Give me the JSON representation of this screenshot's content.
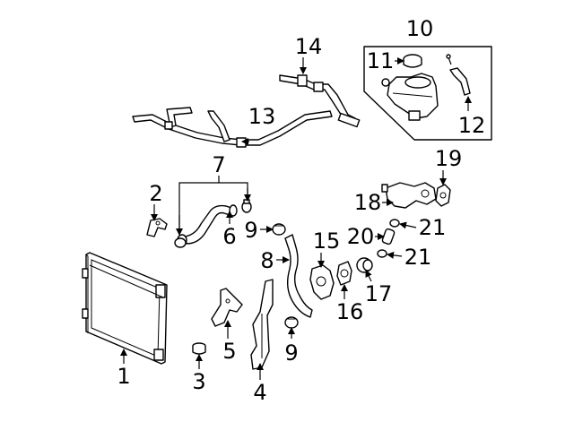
{
  "callouts": [
    {
      "id": "1",
      "text": "1"
    },
    {
      "id": "2",
      "text": "2"
    },
    {
      "id": "3",
      "text": "3"
    },
    {
      "id": "4",
      "text": "4"
    },
    {
      "id": "5",
      "text": "5"
    },
    {
      "id": "6",
      "text": "6"
    },
    {
      "id": "7",
      "text": "7"
    },
    {
      "id": "8",
      "text": "8"
    },
    {
      "id": "9a",
      "text": "9"
    },
    {
      "id": "9b",
      "text": "9"
    },
    {
      "id": "10",
      "text": "10"
    },
    {
      "id": "11",
      "text": "11"
    },
    {
      "id": "12",
      "text": "12"
    },
    {
      "id": "13",
      "text": "13"
    },
    {
      "id": "14",
      "text": "14"
    },
    {
      "id": "15",
      "text": "15"
    },
    {
      "id": "16",
      "text": "16"
    },
    {
      "id": "17",
      "text": "17"
    },
    {
      "id": "18",
      "text": "18"
    },
    {
      "id": "19",
      "text": "19"
    },
    {
      "id": "20",
      "text": "20"
    },
    {
      "id": "21a",
      "text": "21"
    },
    {
      "id": "21b",
      "text": "21"
    }
  ],
  "colors": {
    "ink": "#000000",
    "paper": "#ffffff"
  }
}
